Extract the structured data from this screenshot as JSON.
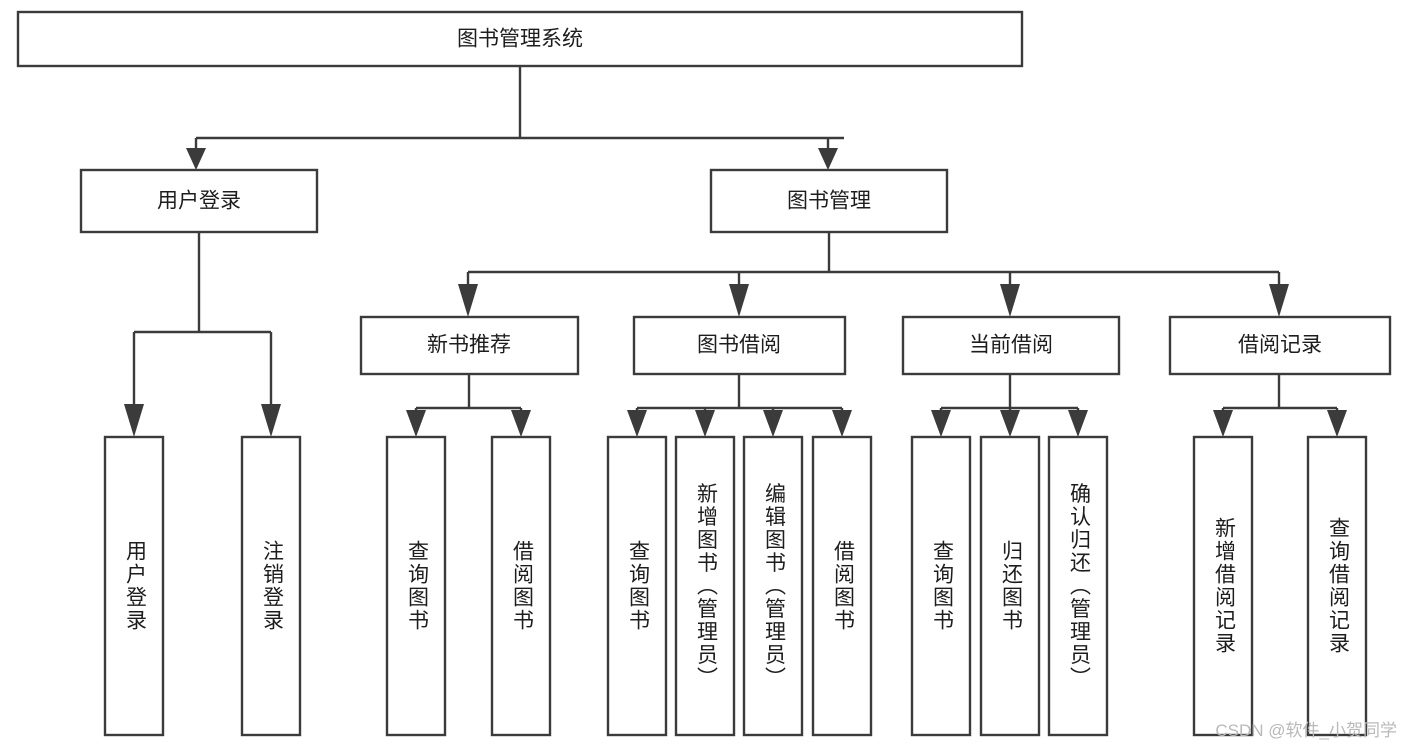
{
  "diagram": {
    "type": "tree",
    "title": "图书管理系统",
    "root": {
      "id": "root",
      "label": "图书管理系统"
    },
    "level2": [
      {
        "id": "user-login",
        "label": "用户登录"
      },
      {
        "id": "book-manage",
        "label": "图书管理"
      }
    ],
    "level3": [
      {
        "id": "new-book-recommend",
        "label": "新书推荐",
        "parent": "book-manage"
      },
      {
        "id": "book-borrow",
        "label": "图书借阅",
        "parent": "book-manage"
      },
      {
        "id": "current-borrow",
        "label": "当前借阅",
        "parent": "book-manage"
      },
      {
        "id": "borrow-record",
        "label": "借阅记录",
        "parent": "book-manage"
      }
    ],
    "leaves": {
      "user-login": [
        {
          "id": "leaf-user-login",
          "label": "用户登录"
        },
        {
          "id": "leaf-user-logout",
          "label": "注销登录"
        }
      ],
      "new-book-recommend": [
        {
          "id": "leaf-query-book-1",
          "label": "查询图书"
        },
        {
          "id": "leaf-borrow-book-1",
          "label": "借阅图书"
        }
      ],
      "book-borrow": [
        {
          "id": "leaf-query-book-2",
          "label": "查询图书"
        },
        {
          "id": "leaf-add-book",
          "label": "新增图书（管理员）"
        },
        {
          "id": "leaf-edit-book",
          "label": "编辑图书（管理员）"
        },
        {
          "id": "leaf-borrow-book-2",
          "label": "借阅图书"
        }
      ],
      "current-borrow": [
        {
          "id": "leaf-query-book-3",
          "label": "查询图书"
        },
        {
          "id": "leaf-return-book",
          "label": "归还图书"
        },
        {
          "id": "leaf-confirm-return",
          "label": "确认归还（管理员）"
        }
      ],
      "borrow-record": [
        {
          "id": "leaf-add-record",
          "label": "新增借阅记录"
        },
        {
          "id": "leaf-query-record",
          "label": "查询借阅记录"
        }
      ]
    },
    "colors": {
      "box_fill": "#ffffff",
      "box_stroke": "#3b3b3b",
      "connector": "#3b3b3b",
      "text": "#1d1d1d",
      "background": "#ffffff",
      "watermark": "#b9b9b9"
    }
  },
  "watermark": {
    "label": "CSDN @软件_小贺同学"
  }
}
